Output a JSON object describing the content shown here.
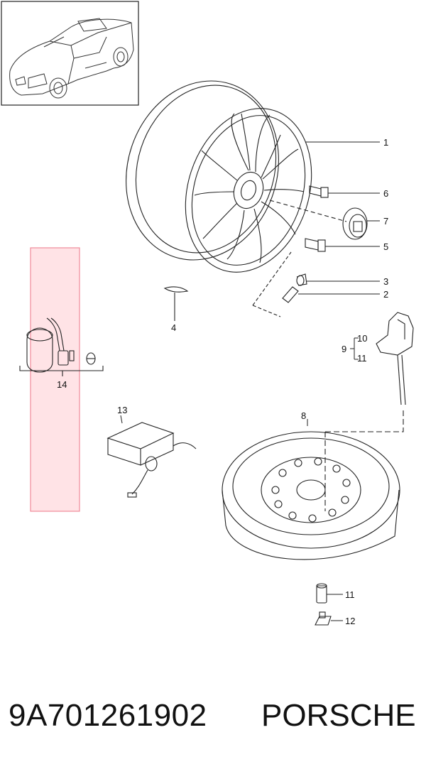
{
  "callouts": {
    "c1": "1",
    "c2": "2",
    "c3": "3",
    "c4": "4",
    "c5": "5",
    "c6": "6",
    "c7": "7",
    "c8": "8",
    "c9": "9",
    "c10": "10",
    "c11a": "11",
    "c11b": "11",
    "c12": "12",
    "c13": "13",
    "c14": "14"
  },
  "footer": {
    "part_number": "9A701261902",
    "brand": "PORSCHE"
  },
  "colors": {
    "highlight_fill": "#ffe3e6",
    "highlight_stroke": "#f08a99",
    "line": "#222222"
  }
}
